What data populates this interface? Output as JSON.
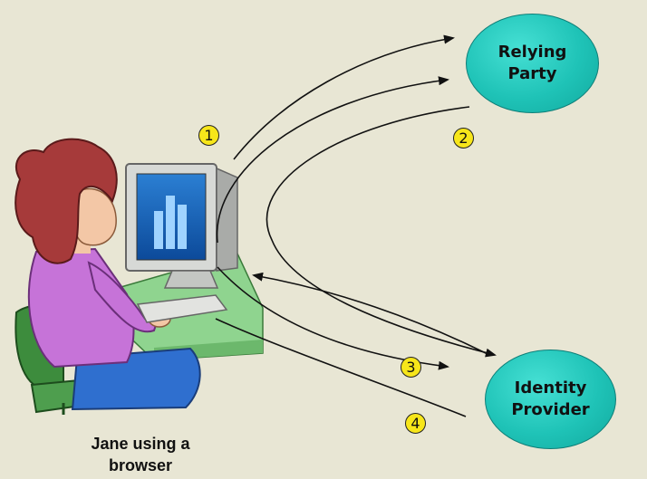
{
  "nodes": {
    "relying_party": "Relying\nParty",
    "identity_provider": "Identity\nProvider"
  },
  "steps": [
    "1",
    "2",
    "3",
    "4"
  ],
  "caption": "Jane using a\nbrowser",
  "colors": {
    "background": "#e8e6d4",
    "node_fill": "#1fc3b7",
    "step_fill": "#f7e61a"
  }
}
